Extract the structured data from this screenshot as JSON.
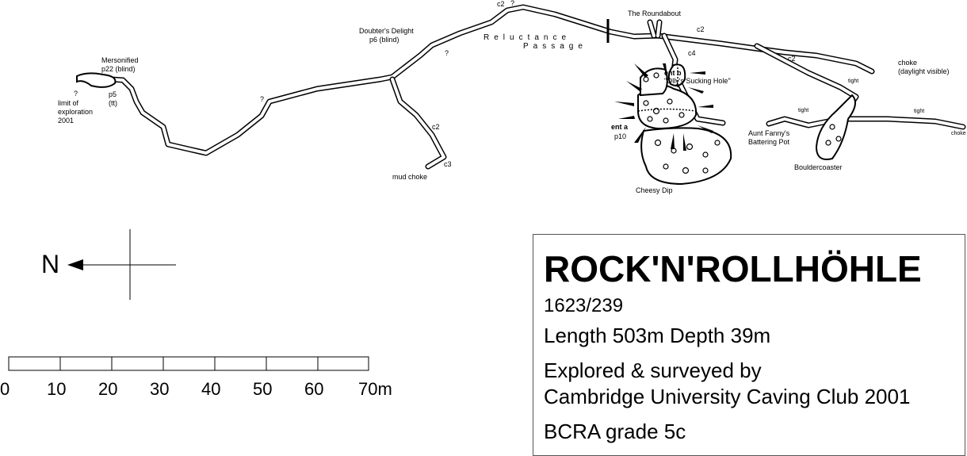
{
  "map_labels": {
    "mersonified": "Mersonified",
    "p22": "p22 (blind)",
    "q1": "?",
    "limit1": "limit of",
    "limit2": "exploration",
    "limit3": "2001",
    "p5": "p5",
    "tt": "(tt)",
    "q2": "?",
    "doubters": "Doubter's Delight",
    "p6": "p6 (blind)",
    "q3": "?",
    "c2_top": "c2",
    "q4": "?",
    "reluctance": "Reluctance",
    "passage": "Passage",
    "roundabout": "The Roundabout",
    "c2_a": "c2",
    "c4": "c4",
    "c2_b": "c2",
    "c2_mud": "c2",
    "c3": "c3",
    "mud_choke": "mud choke",
    "ent_b": "ent b",
    "ollys": "\"Olly's Sucking Hole\"",
    "ent_a": "ent a",
    "p10": "p10",
    "cheesy": "Cheesy Dip",
    "choke_dl1": "choke",
    "choke_dl2": "(daylight visible)",
    "tight1": "tight",
    "tight2": "tight",
    "tight3": "tight",
    "choke_r": "choke",
    "aunt1": "Aunt Fanny's",
    "aunt2": "Battering Pot",
    "bouldercoaster": "Bouldercoaster"
  },
  "north": {
    "label": "N"
  },
  "scale": {
    "ticks": [
      "0",
      "10",
      "20",
      "30",
      "40",
      "50",
      "60",
      "70m"
    ]
  },
  "title_box": {
    "name": "ROCK'N'ROLLHÖHLE",
    "code": "1623/239",
    "stats": "Length 503m Depth 39m",
    "explored1": "Explored & surveyed by",
    "explored2": "Cambridge University Caving Club 2001",
    "grade": "BCRA grade 5c"
  }
}
